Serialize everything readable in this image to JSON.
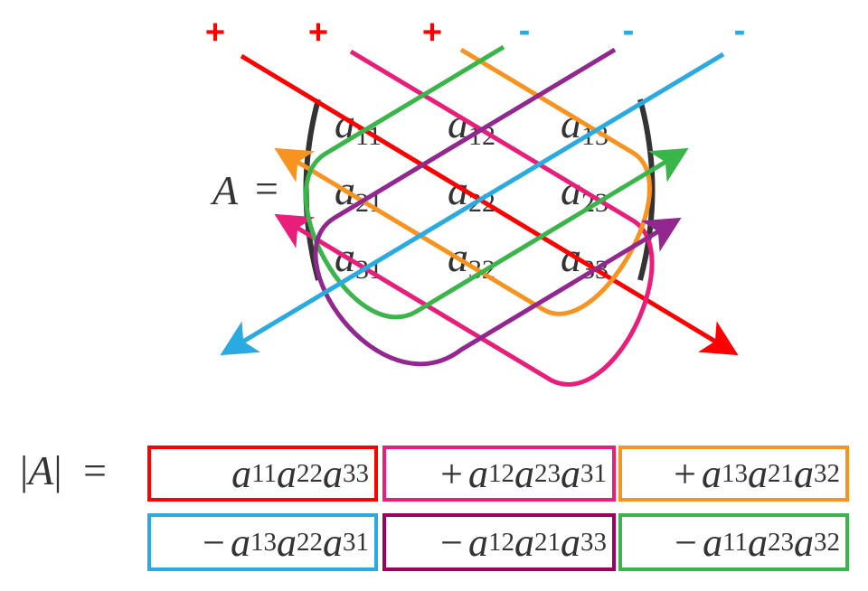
{
  "colors": {
    "red": "#FF0000",
    "pink": "#E91E7A",
    "orange": "#F7931E",
    "green": "#39B54A",
    "purple": "#92278F",
    "blue": "#29ABE2",
    "magenta_dark": "#9E005D",
    "text": "#333333"
  },
  "signs": [
    "+",
    "+",
    "+",
    "-",
    "-",
    "-"
  ],
  "matrix": {
    "name": "A",
    "equals": "=",
    "entries": [
      [
        "a",
        "11"
      ],
      [
        "a",
        "12"
      ],
      [
        "a",
        "13"
      ],
      [
        "a",
        "21"
      ],
      [
        "a",
        "22"
      ],
      [
        "a",
        "23"
      ],
      [
        "a",
        "31"
      ],
      [
        "a",
        "32"
      ],
      [
        "a",
        "33"
      ]
    ]
  },
  "determinant": {
    "lhs_bar": "|",
    "lhs_name": "A",
    "equals": "=",
    "terms": [
      {
        "sign": "",
        "factors": [
          [
            "a",
            "11"
          ],
          [
            "a",
            "22"
          ],
          [
            "a",
            "33"
          ]
        ],
        "color": "red"
      },
      {
        "sign": "+",
        "factors": [
          [
            "a",
            "12"
          ],
          [
            "a",
            "23"
          ],
          [
            "a",
            "31"
          ]
        ],
        "color": "pink"
      },
      {
        "sign": "+",
        "factors": [
          [
            "a",
            "13"
          ],
          [
            "a",
            "21"
          ],
          [
            "a",
            "32"
          ]
        ],
        "color": "orange"
      },
      {
        "sign": "−",
        "factors": [
          [
            "a",
            "13"
          ],
          [
            "a",
            "22"
          ],
          [
            "a",
            "31"
          ]
        ],
        "color": "blue"
      },
      {
        "sign": "−",
        "factors": [
          [
            "a",
            "12"
          ],
          [
            "a",
            "21"
          ],
          [
            "a",
            "33"
          ]
        ],
        "color": "magenta_dark"
      },
      {
        "sign": "−",
        "factors": [
          [
            "a",
            "11"
          ],
          [
            "a",
            "23"
          ],
          [
            "a",
            "32"
          ]
        ],
        "color": "green"
      }
    ]
  }
}
